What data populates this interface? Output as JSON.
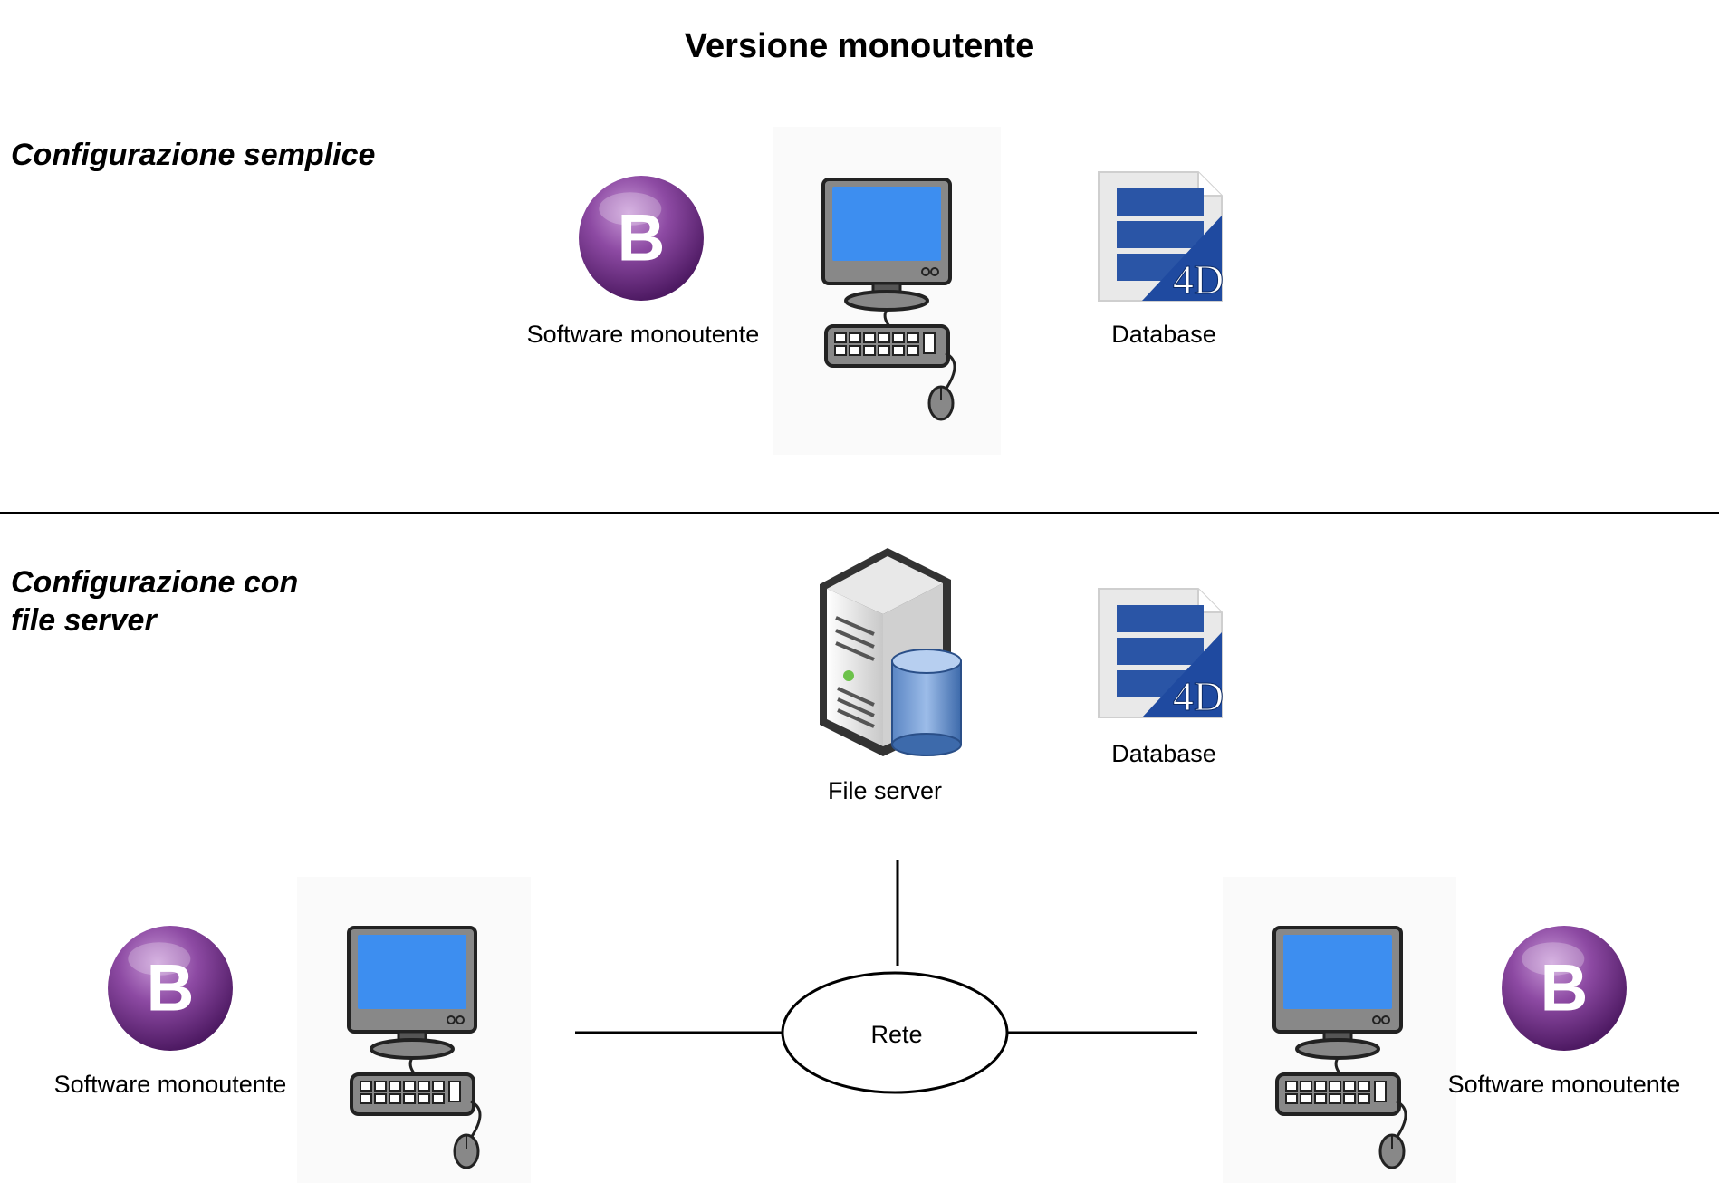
{
  "title": "Versione monoutente",
  "sections": {
    "simple": {
      "title": "Configurazione semplice",
      "software_label": "Software monoutente",
      "database_label": "Database"
    },
    "file_server": {
      "title_line1": "Configurazione con",
      "title_line2": "file server",
      "server_label": "File server",
      "database_label": "Database",
      "network_label": "Rete",
      "left_software_label": "Software monoutente",
      "right_software_label": "Software monoutente"
    }
  },
  "icons": {
    "app_letter": "B",
    "db_badge": "4D",
    "app_color": "#7b3a8c",
    "screen_color": "#3d8ef0",
    "db_color": "#2a55a6"
  }
}
